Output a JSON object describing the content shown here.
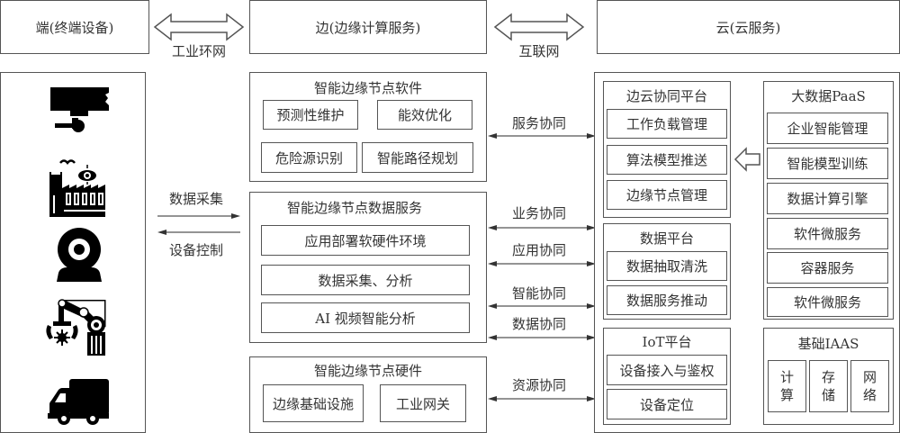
{
  "headers": {
    "device": "端(终端设备)",
    "edge": "边(边缘计算服务)",
    "cloud": "云(云服务)"
  },
  "links": {
    "device_edge": "工业环网",
    "edge_cloud": "互联网"
  },
  "device_panel": {
    "icons": [
      "surveillance-camera-icon",
      "smart-factory-icon",
      "webcam-icon",
      "robot-arm-icon",
      "truck-icon"
    ],
    "uplink_label": "数据采集",
    "downlink_label": "设备控制"
  },
  "edge": {
    "software": {
      "title": "智能边缘节点软件",
      "items": [
        "预测性维护",
        "能效优化",
        "危险源识别",
        "智能路径规划"
      ]
    },
    "data_service": {
      "title": "智能边缘节点数据服务",
      "items": [
        "应用部署软硬件环境",
        "数据采集、分析",
        "AI 视频智能分析"
      ]
    },
    "hardware": {
      "title": "智能边缘节点硬件",
      "items": [
        "边缘基础设施",
        "工业网关"
      ]
    }
  },
  "collaboration": [
    "服务协同",
    "业务协同",
    "应用协同",
    "智能协同",
    "数据协同",
    "资源协同"
  ],
  "cloud": {
    "edge_cloud_platform": {
      "title": "边云协同平台",
      "items": [
        "工作负载管理",
        "算法模型推送",
        "边缘节点管理"
      ]
    },
    "data_platform": {
      "title": "数据平台",
      "items": [
        "数据抽取清洗",
        "数据服务推动"
      ]
    },
    "iot_platform": {
      "title": "IoT平台",
      "items": [
        "设备接入与鉴权",
        "设备定位"
      ]
    },
    "bigdata_paas": {
      "title": "大数据PaaS",
      "items": [
        "企业智能管理",
        "智能模型训练",
        "数据计算引擎",
        "软件微服务",
        "容器服务",
        "软件微服务"
      ]
    },
    "iaas": {
      "title": "基础IAAS",
      "items": [
        [
          "计",
          "算"
        ],
        [
          "存",
          "储"
        ],
        [
          "网",
          "络"
        ]
      ]
    }
  }
}
